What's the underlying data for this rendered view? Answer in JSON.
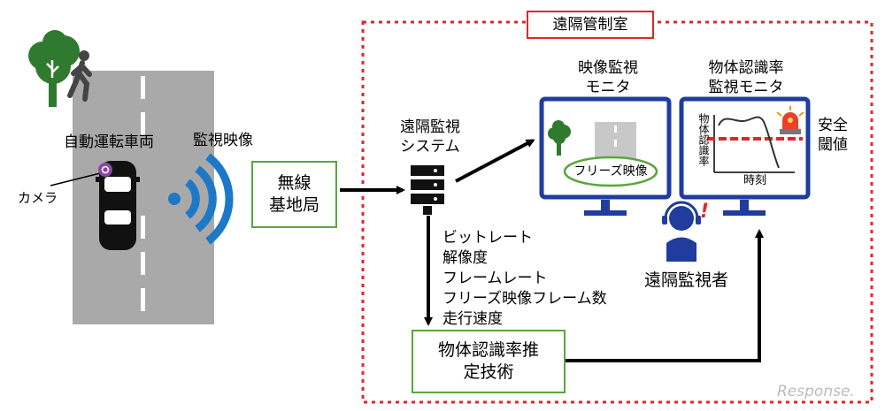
{
  "control_room": {
    "title": "遠隔管制室"
  },
  "road": {
    "vehicle_label": "自動運転車両",
    "camera_label": "カメラ"
  },
  "signal": {
    "label": "監視映像"
  },
  "base_station": {
    "line1": "無線",
    "line2": "基地局"
  },
  "monitoring_system": {
    "line1": "遠隔監視",
    "line2": "システム"
  },
  "parameters": [
    "ビットレート",
    "解像度",
    "フレームレート",
    "フリーズ映像フレーム数",
    "走行速度"
  ],
  "video_monitor": {
    "title_line1": "映像監視",
    "title_line2": "モニタ",
    "freeze_label": "フリーズ映像"
  },
  "recognition_monitor": {
    "title_line1": "物体認識率",
    "title_line2": "監視モニタ",
    "y_axis": "物体認識率",
    "x_axis": "時刻",
    "threshold_line1": "安全",
    "threshold_line2": "閾値"
  },
  "operator": {
    "label": "遠隔監視者",
    "alert": "!"
  },
  "estimation": {
    "line1": "物体認識率推",
    "line2": "定技術"
  },
  "watermark": "Response.",
  "colors": {
    "frame": "#1f3c9e",
    "red": "#e0262b",
    "green": "#5aa63c",
    "tree": "#2f7a2f",
    "road": "#a9a9a9",
    "signal": "#1e78c8",
    "camera": "#8e44ad"
  }
}
